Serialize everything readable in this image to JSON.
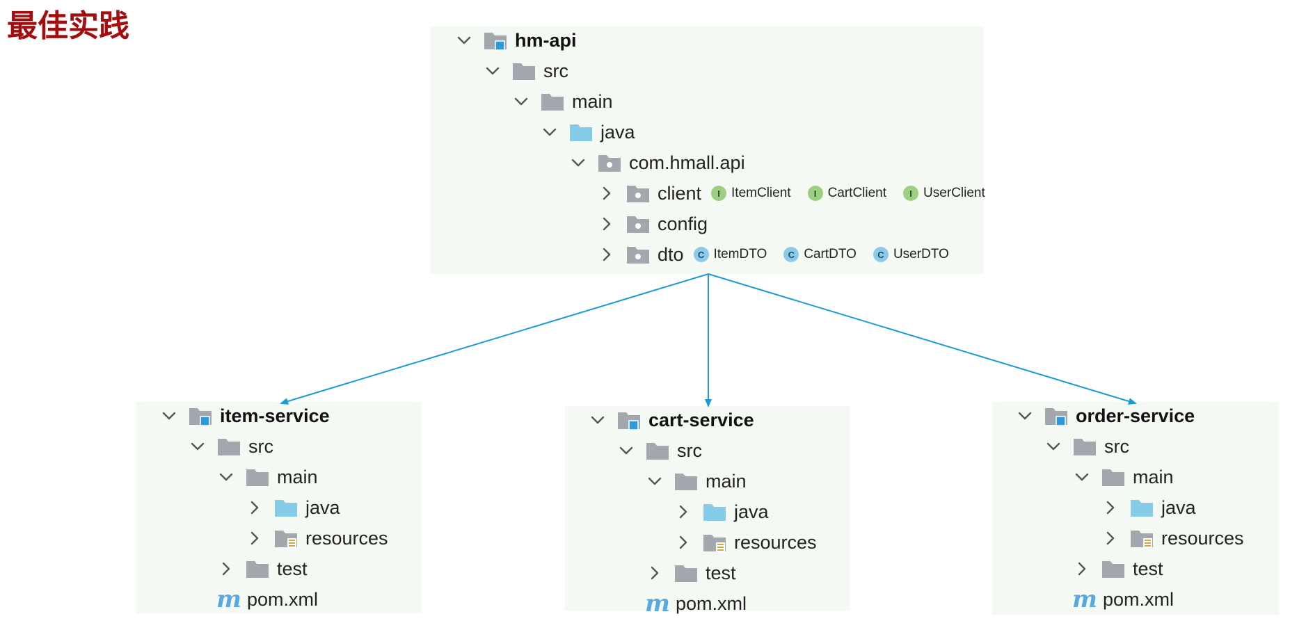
{
  "page_title": "最佳实践",
  "colors": {
    "title": "#a30d0d",
    "arrow": "#1a9ad6",
    "folder": "#a3a7ae",
    "source_folder": "#86cce8",
    "interface_badge": "#9bd083",
    "class_badge": "#8ccbe8",
    "maven_icon": "#5aa8e0"
  },
  "api_module": {
    "name": "hm-api",
    "rows": [
      {
        "label": "hm-api",
        "icon": "module-icon",
        "chevron": "down",
        "bold": true
      },
      {
        "label": "src",
        "icon": "folder-icon",
        "chevron": "down"
      },
      {
        "label": "main",
        "icon": "folder-icon",
        "chevron": "down"
      },
      {
        "label": "java",
        "icon": "source-folder-icon",
        "chevron": "down"
      },
      {
        "label": "com.hmall.api",
        "icon": "package-icon",
        "chevron": "down"
      },
      {
        "label": "client",
        "icon": "package-icon",
        "chevron": "right",
        "chips": [
          {
            "badge": "I",
            "kind": "interface",
            "name": "ItemClient"
          },
          {
            "badge": "I",
            "kind": "interface",
            "name": "CartClient"
          },
          {
            "badge": "I",
            "kind": "interface",
            "name": "UserClient"
          }
        ]
      },
      {
        "label": "config",
        "icon": "package-icon",
        "chevron": "right"
      },
      {
        "label": "dto",
        "icon": "package-icon",
        "chevron": "right",
        "chips": [
          {
            "badge": "C",
            "kind": "class",
            "name": "ItemDTO"
          },
          {
            "badge": "C",
            "kind": "class",
            "name": "CartDTO"
          },
          {
            "badge": "C",
            "kind": "class",
            "name": "UserDTO"
          }
        ]
      }
    ]
  },
  "services": [
    {
      "name": "item-service",
      "rows": [
        {
          "label": "item-service",
          "icon": "module-icon",
          "chevron": "down",
          "bold": true
        },
        {
          "label": "src",
          "icon": "folder-icon",
          "chevron": "down"
        },
        {
          "label": "main",
          "icon": "folder-icon",
          "chevron": "down"
        },
        {
          "label": "java",
          "icon": "source-folder-icon",
          "chevron": "right"
        },
        {
          "label": "resources",
          "icon": "resources-folder-icon",
          "chevron": "right"
        },
        {
          "label": "test",
          "icon": "folder-icon",
          "chevron": "right"
        },
        {
          "label": "pom.xml",
          "icon": "maven-icon",
          "icon_text": "m",
          "chevron": "none"
        }
      ]
    },
    {
      "name": "cart-service",
      "rows": [
        {
          "label": "cart-service",
          "icon": "module-icon",
          "chevron": "down",
          "bold": true
        },
        {
          "label": "src",
          "icon": "folder-icon",
          "chevron": "down"
        },
        {
          "label": "main",
          "icon": "folder-icon",
          "chevron": "down"
        },
        {
          "label": "java",
          "icon": "source-folder-icon",
          "chevron": "right"
        },
        {
          "label": "resources",
          "icon": "resources-folder-icon",
          "chevron": "right"
        },
        {
          "label": "test",
          "icon": "folder-icon",
          "chevron": "right"
        },
        {
          "label": "pom.xml",
          "icon": "maven-icon",
          "icon_text": "m",
          "chevron": "none"
        }
      ]
    },
    {
      "name": "order-service",
      "rows": [
        {
          "label": "order-service",
          "icon": "module-icon",
          "chevron": "down",
          "bold": true
        },
        {
          "label": "src",
          "icon": "folder-icon",
          "chevron": "down"
        },
        {
          "label": "main",
          "icon": "folder-icon",
          "chevron": "down"
        },
        {
          "label": "java",
          "icon": "source-folder-icon",
          "chevron": "right"
        },
        {
          "label": "resources",
          "icon": "resources-folder-icon",
          "chevron": "right"
        },
        {
          "label": "test",
          "icon": "folder-icon",
          "chevron": "right"
        },
        {
          "label": "pom.xml",
          "icon": "maven-icon",
          "icon_text": "m",
          "chevron": "none"
        }
      ]
    }
  ]
}
